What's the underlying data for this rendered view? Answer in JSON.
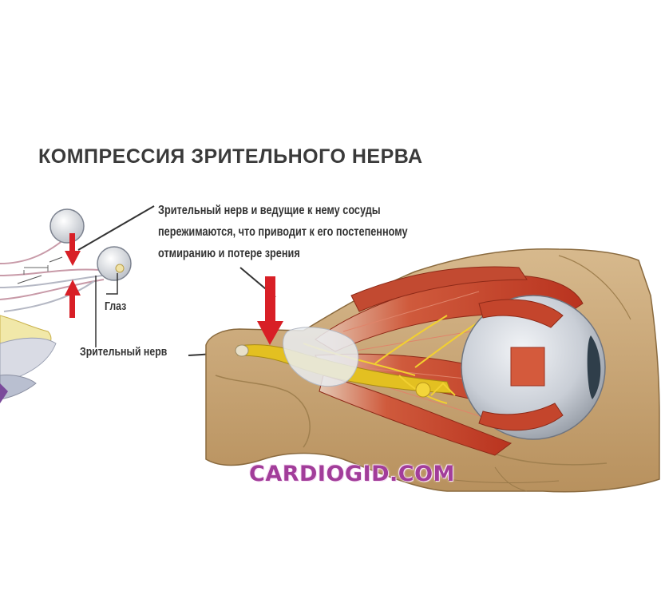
{
  "title": "КОМПРЕССИЯ ЗРИТЕЛЬНОГО НЕРВА",
  "annotation": {
    "lines": [
      "Зрительный нерв и ведущие к нему сосуды",
      "пережимаются, что приводит к его постепенному",
      "отмиранию и потере зрения"
    ]
  },
  "labels": {
    "eye": "Глаз",
    "optic_nerve": "Зрительный нерв"
  },
  "watermark": "CARDIOGID.COM",
  "colors": {
    "arrow": "#d81f26",
    "nerve": "#e3c021",
    "muscle": "#c9432b",
    "bone": "#c8a678",
    "eyeball": "#c9ced6"
  }
}
